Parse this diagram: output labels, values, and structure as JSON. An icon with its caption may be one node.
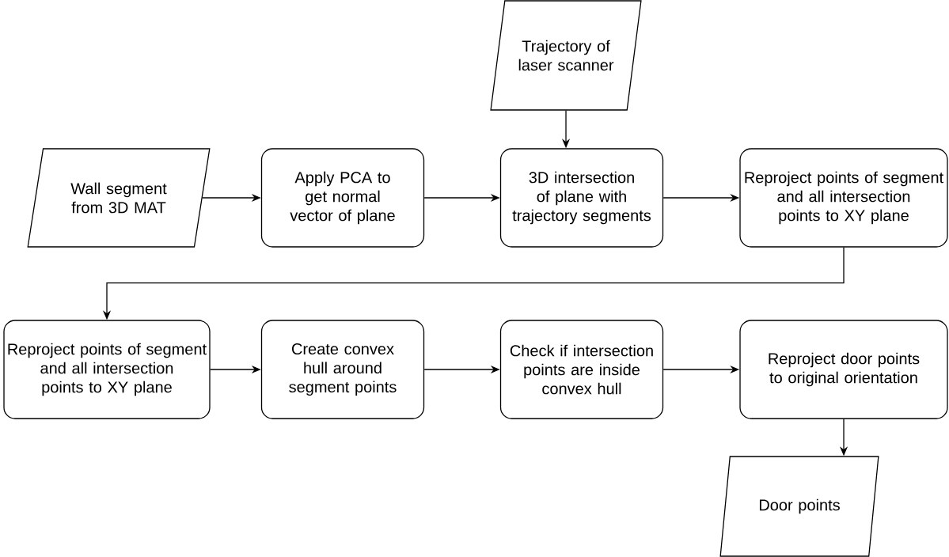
{
  "diagram": {
    "nodes": [
      {
        "text": [
          "Trajectory of laser scanner"
        ]
      },
      {
        "text": [
          "Wall segment from 3D MAT"
        ]
      },
      {
        "text": [
          "Apply PCA to get normal vector of plane"
        ]
      },
      {
        "text": [
          "3D intersection of plane with trajectory segments"
        ]
      },
      {
        "text": [
          "Reproject points of segment and all intersection points to XY plane"
        ]
      },
      {
        "text": [
          "Reproject points of segment and all intersection points to XY plane"
        ]
      },
      {
        "text": [
          "Create convex hull around segment points"
        ]
      },
      {
        "text": [
          "Check if intersection points are inside convex hull"
        ]
      },
      {
        "text": [
          "Reproject door points to original orientation"
        ]
      },
      {
        "text": [
          "Door points"
        ]
      }
    ],
    "edges": [
      {
        "from": 0,
        "to": 3,
        "arrow": "to"
      },
      {
        "from": 1,
        "to": 2,
        "arrow": "to"
      },
      {
        "from": 2,
        "to": 3,
        "arrow": "to"
      },
      {
        "from": 3,
        "to": 4,
        "arrow": "to"
      },
      {
        "from": 4,
        "to": 5,
        "arrow": "to"
      },
      {
        "from": 5,
        "to": 6,
        "arrow": "to"
      },
      {
        "from": 6,
        "to": 7,
        "arrow": "to"
      },
      {
        "from": 7,
        "to": 8,
        "arrow": "to"
      },
      {
        "from": 8,
        "to": 9,
        "arrow": "to"
      }
    ]
  }
}
